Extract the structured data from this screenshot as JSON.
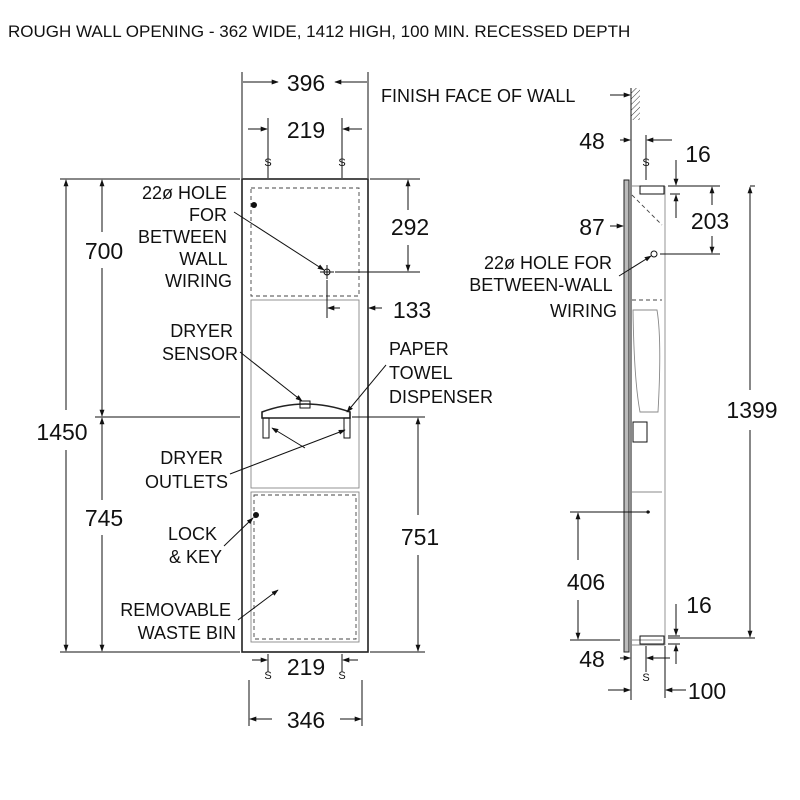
{
  "title": "ROUGH WALL OPENING - 362 WIDE, 1412 HIGH, 100 MIN. RECESSED DEPTH",
  "front_view": {
    "dims": {
      "overall_width": "396",
      "hole_spacing_top": "219",
      "overall_height": "1450",
      "upper_height": "700",
      "lower_height": "745",
      "hole_down": "292",
      "hole_over": "133",
      "lower_right": "751",
      "hole_spacing_bottom": "219",
      "opening_width": "346"
    },
    "screw_mark": "S",
    "labels": {
      "hole_line1": "22ø HOLE",
      "hole_line2": "FOR",
      "hole_line3": "BETWEEN",
      "hole_line4": "WALL",
      "hole_line5": "WIRING",
      "sensor_line1": "DRYER",
      "sensor_line2": "SENSOR",
      "towel_line1": "PAPER",
      "towel_line2": "TOWEL",
      "towel_line3": "DISPENSER",
      "outlets_line1": "DRYER",
      "outlets_line2": "OUTLETS",
      "lock_line1": "LOCK",
      "lock_line2": "& KEY",
      "bin_line1": "REMOVABLE",
      "bin_line2": "WASTE BIN"
    }
  },
  "side_view": {
    "dims": {
      "wall_offset_top": "48",
      "screw_top": "16",
      "cabinet_depth": "87",
      "hole_down": "203",
      "overall_height": "1399",
      "lower_screw": "406",
      "screw_bottom": "16",
      "wall_offset_bottom": "48",
      "recess_depth": "100"
    },
    "screw_mark": "S",
    "labels": {
      "wall": "FINISH FACE OF WALL",
      "hole_line1": "22ø HOLE FOR",
      "hole_line2": "BETWEEN-WALL",
      "hole_line3": "WIRING"
    }
  }
}
